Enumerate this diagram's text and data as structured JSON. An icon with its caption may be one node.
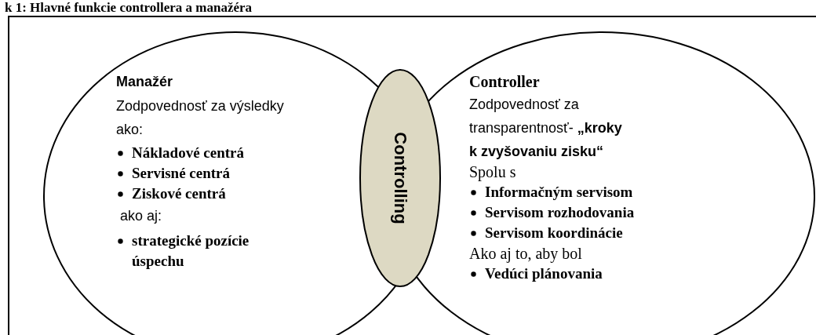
{
  "diagram": {
    "title": "k 1: Hlavné funkcie controllera a manažéra",
    "nodes": [
      {
        "text": [
          "Manažér",
          "Zodpovednosť za výsledky ako:",
          "Nákladové centrá",
          "Servisné centrá",
          "Ziskové centrá",
          "ako aj:",
          "strategické pozície úspechu"
        ]
      },
      {
        "text": [
          "Controller",
          "Zodpovednosť za transparentnosť- **„kroky k zvyšovaniu zisku“**",
          "Spolu s",
          "Informačným servisom",
          "Servisom rozhodovania",
          "Servisom koordinácie",
          "Ako aj to, aby bol",
          "Vedúci plánovania"
        ]
      },
      {
        "text": [
          "Controlling"
        ]
      }
    ],
    "edges": []
  }
}
